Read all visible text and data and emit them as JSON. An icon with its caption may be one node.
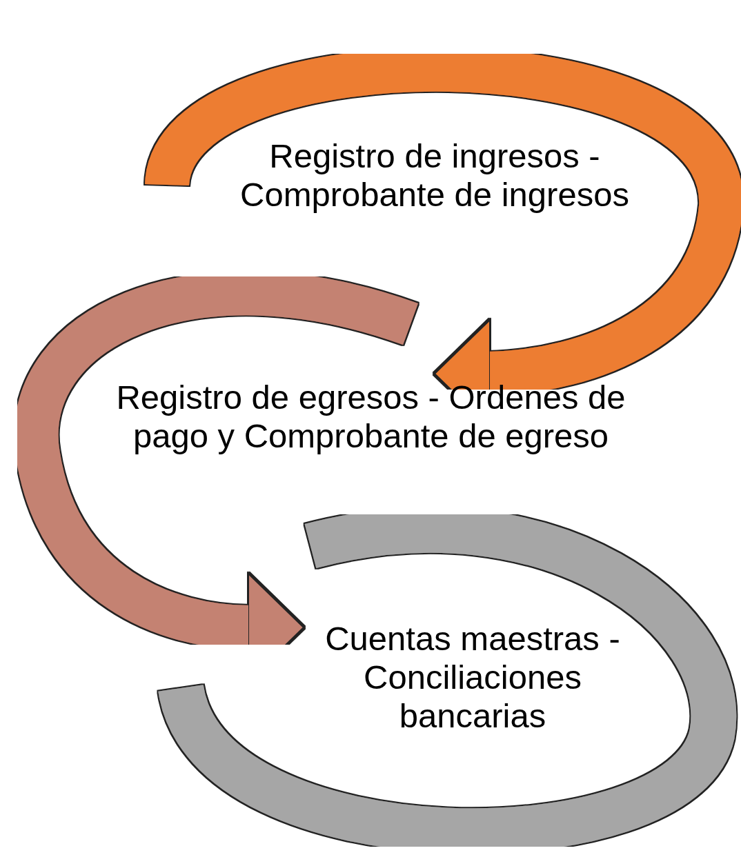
{
  "diagram": {
    "nodes": [
      {
        "text": [
          "Registro de ingresos - Comprobante de ingresos"
        ]
      },
      {
        "text": [
          "Registro de egresos - Ordenes de pago y Comprobante de egreso"
        ]
      },
      {
        "text": [
          "Cuentas maestras - Conciliaciones bancarias"
        ]
      }
    ],
    "edges": [
      {
        "from": null,
        "to": 1,
        "arrow": "to",
        "color": "#ed7d31"
      },
      {
        "from": null,
        "to": 2,
        "arrow": "to",
        "color": "#c48272"
      }
    ]
  }
}
